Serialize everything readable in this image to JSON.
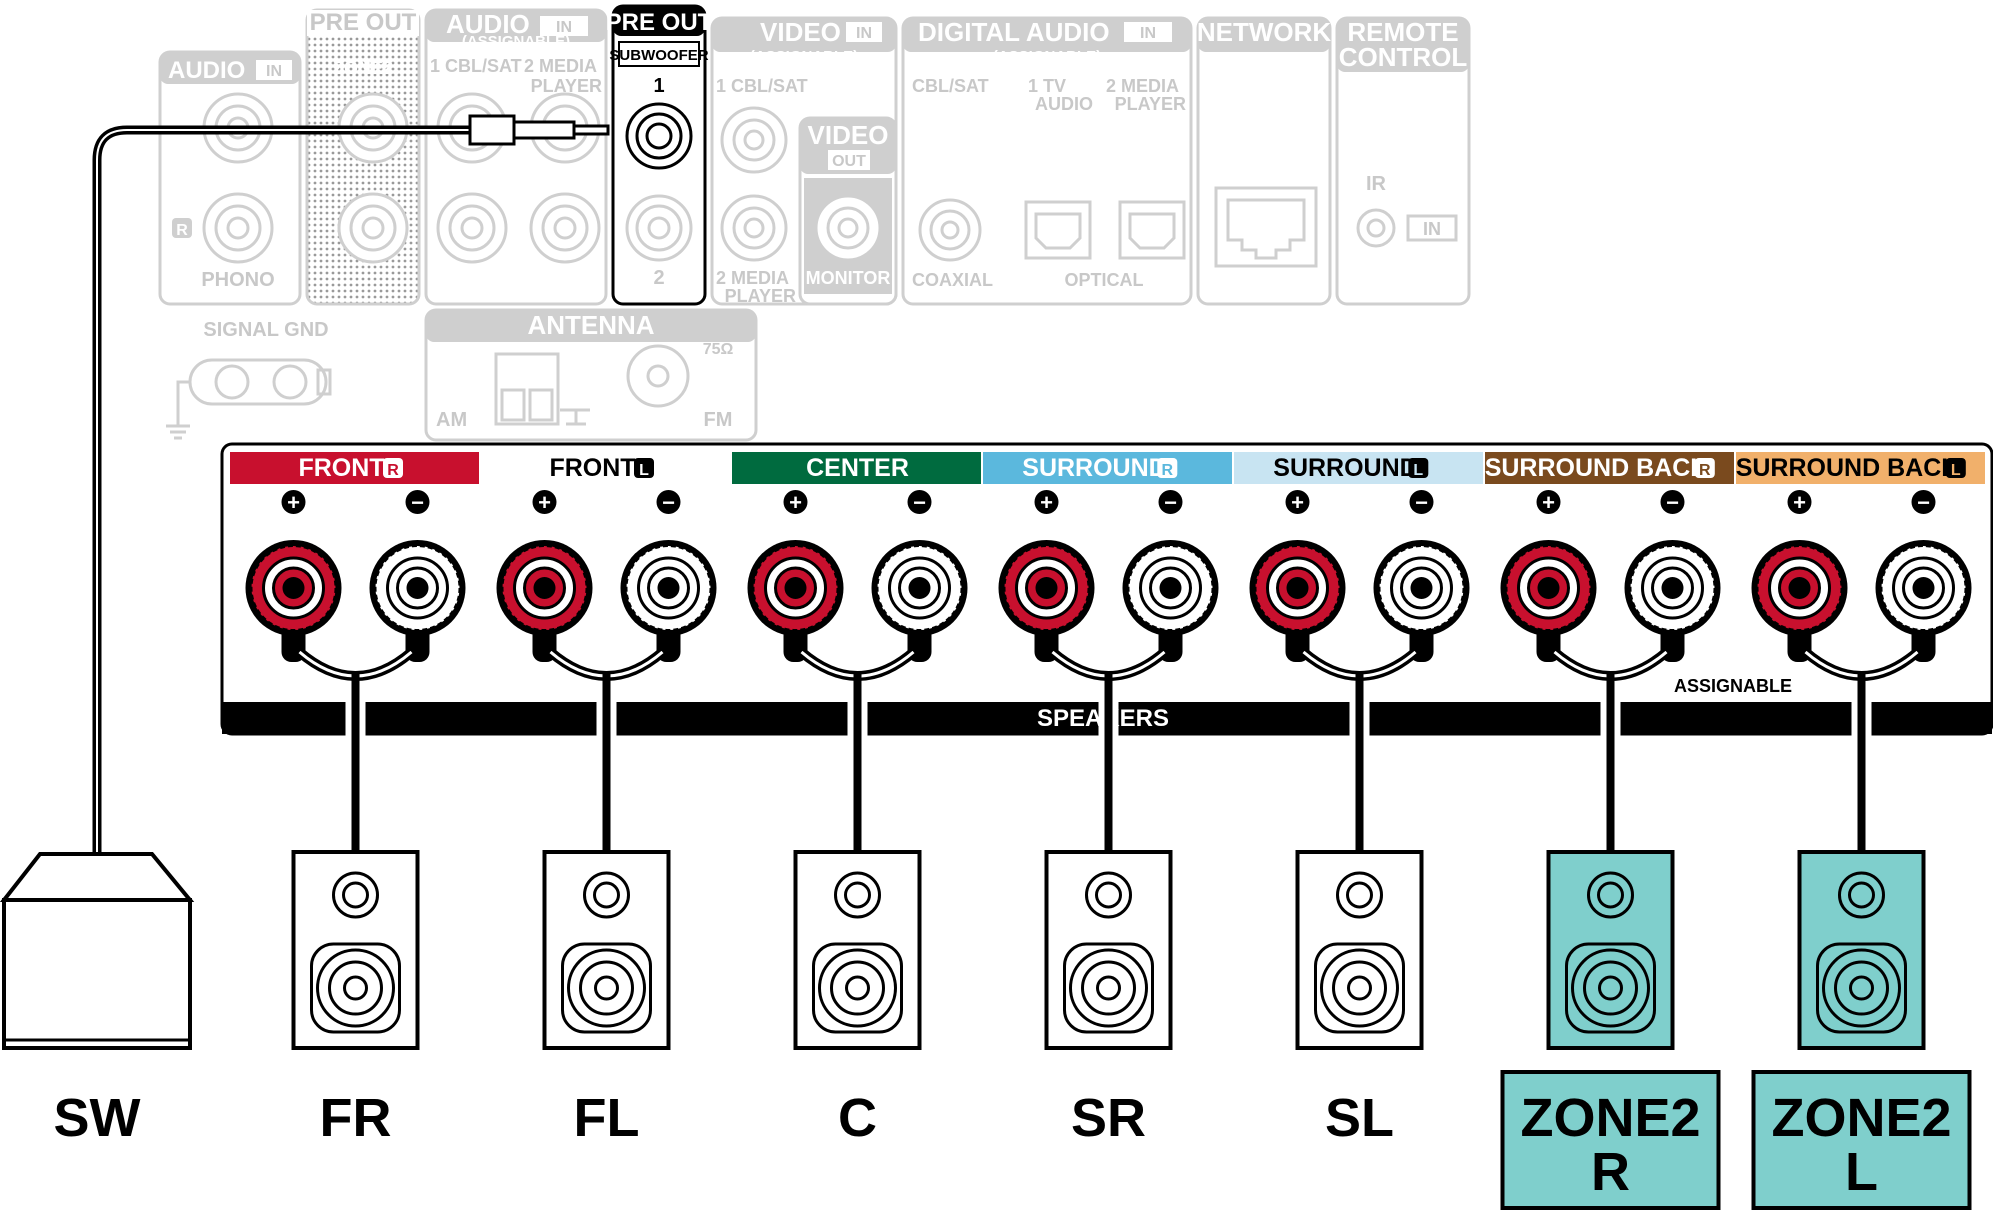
{
  "rear_panel": {
    "audio_in_phono": {
      "title": "AUDIO",
      "tag": "IN",
      "channel_mark": "R",
      "label": "PHONO"
    },
    "pre_out_zone2": {
      "title": "PRE OUT",
      "label": "ZONE2"
    },
    "audio_in_assignable": {
      "title": "AUDIO",
      "tag": "IN",
      "subtitle": "(ASSIGNABLE)",
      "input1": "1 CBL/SAT",
      "input2_line1": "2  MEDIA",
      "input2_line2": "PLAYER"
    },
    "pre_out_subwoofer": {
      "title": "PRE OUT",
      "label": "SUBWOOFER",
      "port1": "1",
      "port2": "2"
    },
    "video_in": {
      "title": "VIDEO",
      "tag": "IN",
      "subtitle": "(ASSIGNABLE)",
      "input1": "1 CBL/SAT",
      "input2_line1": "2  MEDIA",
      "input2_line2": "PLAYER"
    },
    "video_out": {
      "title": "VIDEO",
      "tag": "OUT",
      "label": "MONITOR"
    },
    "digital_audio_in": {
      "title": "DIGITAL AUDIO",
      "tag": "IN",
      "subtitle": "(ASSIGNABLE)",
      "coax_label": "CBL/SAT",
      "opt1_line1": "1   TV",
      "opt1_line2": "AUDIO",
      "opt2_line1": "2  MEDIA",
      "opt2_line2": "PLAYER",
      "coaxial": "COAXIAL",
      "optical": "OPTICAL"
    },
    "network": {
      "title": "NETWORK"
    },
    "remote_control": {
      "title_line1": "REMOTE",
      "title_line2": "CONTROL",
      "ir": "IR",
      "in": "IN"
    },
    "signal_gnd": {
      "label": "SIGNAL GND"
    },
    "antenna": {
      "title": "ANTENNA",
      "am": "AM",
      "fm": "FM",
      "ohm": "75Ω"
    }
  },
  "speaker_terminals": {
    "channels": [
      {
        "label": "FRONT",
        "badge": "R",
        "color": "#c8102e",
        "text_color": "#ffffff"
      },
      {
        "label": "FRONT",
        "badge": "L",
        "color": "#ffffff",
        "text_color": "#000000"
      },
      {
        "label": "CENTER",
        "badge": "",
        "color": "#006b3f",
        "text_color": "#ffffff"
      },
      {
        "label": "SURROUND",
        "badge": "R",
        "color": "#5bb8dd",
        "text_color": "#ffffff"
      },
      {
        "label": "SURROUND",
        "badge": "L",
        "color": "#c8e4f2",
        "text_color": "#000000"
      },
      {
        "label": "SURROUND BACK",
        "badge": "R",
        "color": "#7a4a1e",
        "text_color": "#ffffff"
      },
      {
        "label": "SURROUND BACK",
        "badge": "L",
        "color": "#f1b06b",
        "text_color": "#000000"
      }
    ],
    "speakers_label": "SPEAKERS",
    "assignable_label": "ASSIGNABLE",
    "plus": "+",
    "minus": "−"
  },
  "speakers": [
    {
      "label": "SW",
      "type": "subwoofer"
    },
    {
      "label": "FR",
      "type": "speaker"
    },
    {
      "label": "FL",
      "type": "speaker"
    },
    {
      "label": "C",
      "type": "speaker"
    },
    {
      "label": "SR",
      "type": "speaker"
    },
    {
      "label": "SL",
      "type": "speaker"
    },
    {
      "label_line1": "ZONE2",
      "label_line2": "R",
      "type": "zone2"
    },
    {
      "label_line1": "ZONE2",
      "label_line2": "L",
      "type": "zone2"
    }
  ],
  "colors": {
    "zone2_fill": "#7fcfcc",
    "terminal_red": "#c8102e",
    "wire": "#000000"
  },
  "icons": {
    "rca_jack": "rca-jack-icon",
    "optical_port": "optical-port-icon",
    "ethernet_port": "ethernet-port-icon",
    "binding_post": "binding-post-icon",
    "speaker": "speaker-icon",
    "subwoofer": "subwoofer-icon"
  }
}
